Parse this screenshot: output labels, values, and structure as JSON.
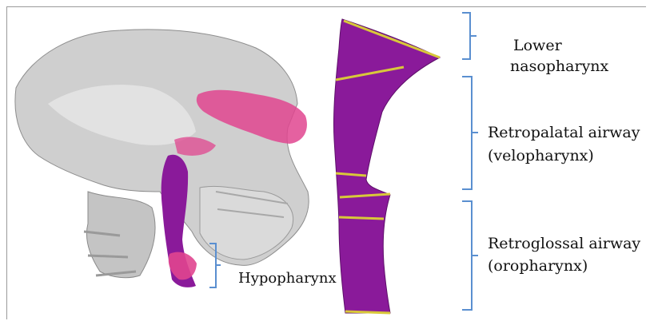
{
  "labels": {
    "lower_nasopharynx": [
      "Lower",
      "nasopharynx"
    ],
    "retropalatal": [
      "Retropalatal airway",
      "(velopharynx)"
    ],
    "retroglossal": [
      "Retroglossal airway",
      "(oropharynx)"
    ],
    "hypopharynx": "Hypopharynx"
  },
  "colors": {
    "airway": "#8a1a9a",
    "bone": "#d4d4d4",
    "nasal_cavity": "#e0458f",
    "bracket": "#5a8fd0",
    "boundary_line": "#d8c83a"
  }
}
